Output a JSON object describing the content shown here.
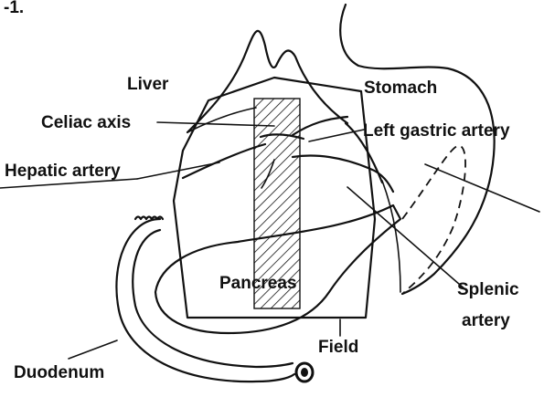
{
  "corner_mark": "-1.",
  "labels": {
    "liver": "Liver",
    "stomach": "Stomach",
    "celiac_axis": "Celiac axis",
    "left_gastric_artery": "Left gastric artery",
    "hepatic_artery": "Hepatic artery",
    "pancreas": "Pancreas",
    "splenic_line1": "Splenic",
    "splenic_line2": "artery",
    "field": "Field",
    "duodenum": "Duodenum"
  }
}
